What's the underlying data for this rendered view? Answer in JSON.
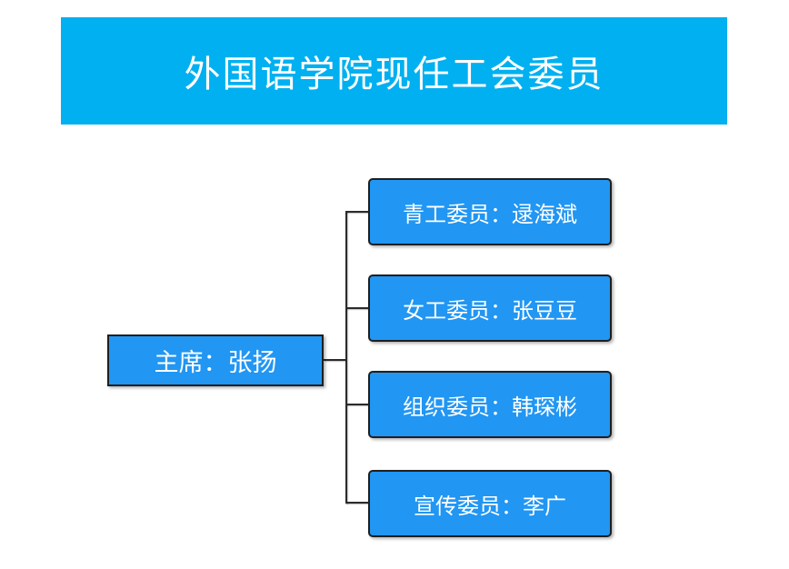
{
  "title": "外国语学院现任工会委员",
  "org_chart": {
    "root": {
      "label": "主席：张扬"
    },
    "children": [
      {
        "label": "青工委员：逯海斌"
      },
      {
        "label": "女工委员：张豆豆"
      },
      {
        "label": "组织委员：韩琛彬"
      },
      {
        "label": "宣传委员：李广"
      }
    ]
  },
  "colors": {
    "banner_background": "#00B0F0",
    "node_fill": "#2196F3",
    "node_border": "#1F1F1F",
    "connector": "#2B2B2B",
    "text": "#FFFFFF",
    "page_background": "#FFFFFF"
  }
}
